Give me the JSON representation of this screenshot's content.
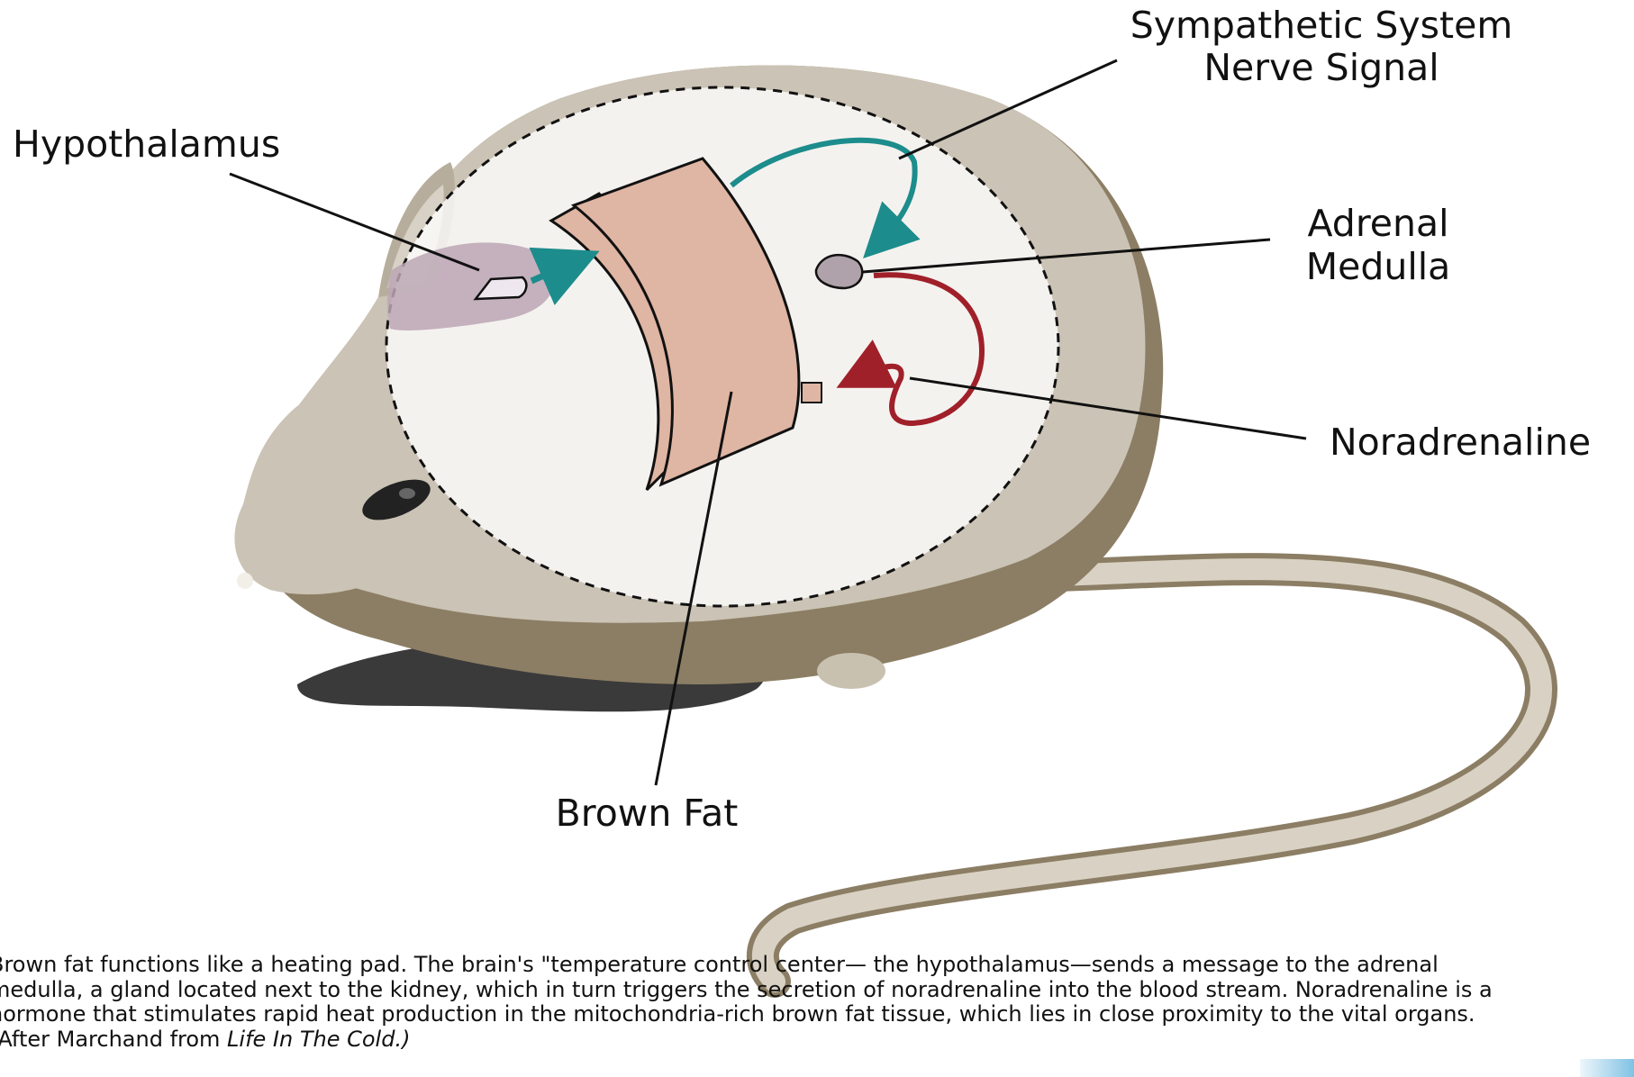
{
  "labels": {
    "sympathetic_line1": "Sympathetic System",
    "sympathetic_line2": "Nerve Signal",
    "hypothalamus": "Hypothalamus",
    "adrenal_line1": "Adrenal",
    "adrenal_line2": "Medulla",
    "noradrenaline": "Noradrenaline",
    "brown_fat": "Brown Fat"
  },
  "caption": {
    "text": "Brown fat functions like a heating pad. The brain's \"temperature control center— the hypothalamus—sends a message to the adrenal medulla, a gland located next to the kidney, which in turn triggers the secretion of noradrenaline into the blood stream. Noradrenaline is a hormone that stimulates rapid heat production in the mitochondria-rich brown fat tissue, which lies in close proximity to the vital organs. (After Marchand from ",
    "source_title": "Life In The Cold.)"
  },
  "colors": {
    "mouse_body": "#cbc3b5",
    "mouse_shadow": "#8c7e64",
    "brown_fat": "#dfb5a3",
    "nerve_arrow": "#1d8c8c",
    "noradrenaline_arrow": "#a0202a",
    "hypothalamus_region": "#bba6b4",
    "gland": "#b0a2aa"
  },
  "icons": [
    "mouse-illustration",
    "teal-arrow",
    "red-arrow",
    "dashed-circle"
  ]
}
